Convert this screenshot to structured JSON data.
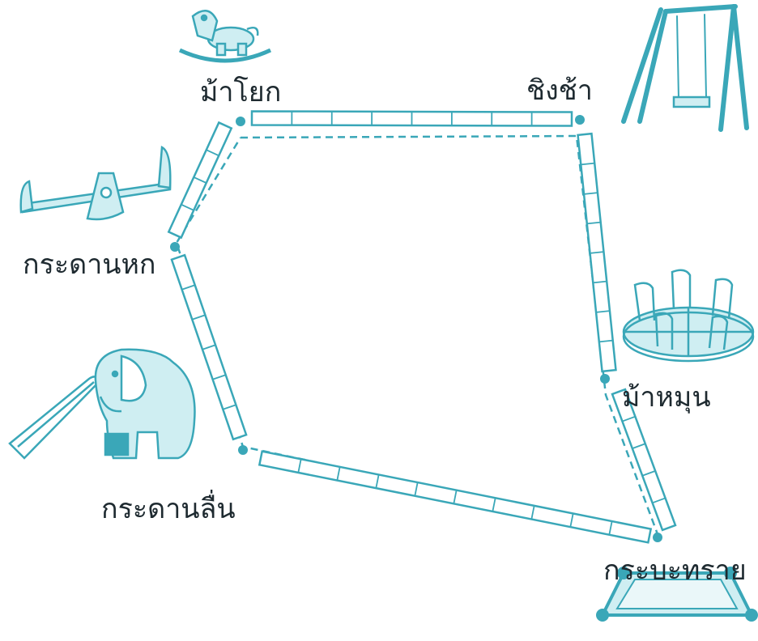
{
  "colors": {
    "accent": "#3aa7b8",
    "accent_light": "#cfeef2",
    "text": "#1e2a30",
    "background": "#ffffff"
  },
  "points": [
    {
      "label": "ม้าโยก",
      "icon": "rocking-horse-icon"
    },
    {
      "label": "ชิงช้า",
      "icon": "swing-icon"
    },
    {
      "label": "กระดานหก",
      "icon": "seesaw-icon"
    },
    {
      "label": "ม้าหมุน",
      "icon": "merry-go-round-icon"
    },
    {
      "label": "กระดานลื่น",
      "icon": "elephant-slide-icon"
    },
    {
      "label": "กระบะทราย",
      "icon": "sandbox-icon"
    }
  ]
}
